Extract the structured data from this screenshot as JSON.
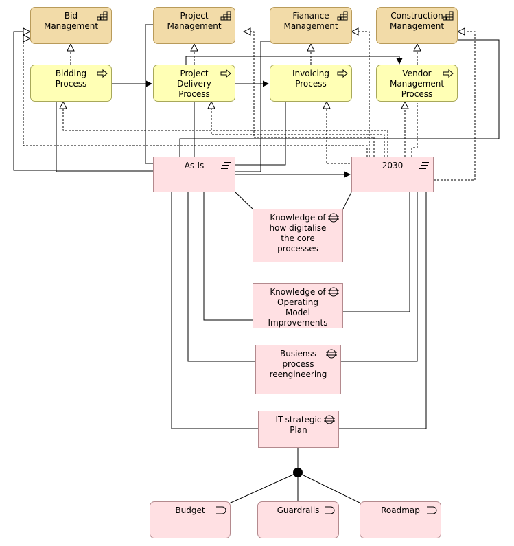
{
  "diagram": {
    "capabilities": [
      {
        "label": "Bid\nManagement",
        "icon": "capability-icon"
      },
      {
        "label": "Project\nManagement",
        "icon": "capability-icon"
      },
      {
        "label": "Fianance\nManagement",
        "icon": "capability-icon"
      },
      {
        "label": "Construction\nManagement",
        "icon": "capability-icon"
      }
    ],
    "processes": [
      {
        "label": "Bidding\nProcess",
        "icon": "process-arrow-icon"
      },
      {
        "label": "Project\nDelivery\nProcess",
        "icon": "process-arrow-icon"
      },
      {
        "label": "Invoicing\nProcess",
        "icon": "process-arrow-icon"
      },
      {
        "label": "Vendor\nManagement\nProcess",
        "icon": "process-arrow-icon"
      }
    ],
    "plateaus": [
      {
        "label": "As-Is",
        "icon": "plateau-icon"
      },
      {
        "label": "2030",
        "icon": "plateau-icon"
      }
    ],
    "gaps": [
      {
        "label": "Knowledge of\nhow digitalise\nthe core\nprocesses",
        "icon": "gap-icon"
      },
      {
        "label": "Knowledge of\nOperating\nModel\nImprovements",
        "icon": "gap-icon"
      },
      {
        "label": "Busienss\nprocess\nreengineering",
        "icon": "gap-icon"
      },
      {
        "label": "IT-strategic\nPlan",
        "icon": "gap-icon"
      }
    ],
    "deliverables": [
      {
        "label": "Budget",
        "icon": "deliverable-icon"
      },
      {
        "label": "Guardrails",
        "icon": "deliverable-icon"
      },
      {
        "label": "Roadmap",
        "icon": "deliverable-icon"
      }
    ]
  }
}
